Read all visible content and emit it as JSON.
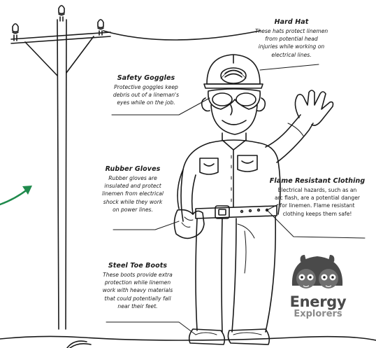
{
  "callouts": {
    "hard_hat": {
      "title": "Hard Hat",
      "lines": [
        "These hats protect linemen",
        "from potential head",
        "injuries while working on",
        "electrical lines."
      ]
    },
    "safety_goggles": {
      "title": "Safety Goggles",
      "lines": [
        "Protective goggles keep",
        "debris out of a lineman's",
        "eyes while on the job."
      ]
    },
    "rubber_gloves": {
      "title": "Rubber Gloves",
      "lines": [
        "Rubber gloves are",
        "insulated and protect",
        "linemen from electrical",
        "shock while they work",
        "on power lines."
      ]
    },
    "flame_resistant_clothing": {
      "title": "Flame Resistant Clothing",
      "lines": [
        "Electrical hazards, such as an",
        "arc flash, are a potential danger",
        "for linemen. Flame resistant",
        "clothing keeps them safe!"
      ]
    },
    "steel_toe_boots": {
      "title": "Steel Toe Boots",
      "lines": [
        "These boots provide extra",
        "protection while linemen",
        "work with heavy materials",
        "that could potentially fall",
        "near their feet."
      ]
    }
  },
  "logo": {
    "word1": "Energy",
    "word2": "Explorers"
  },
  "colors": {
    "ink": "#1a1a1a",
    "arrow": "#1f8a4c",
    "logo_gray": "#4a4a4a",
    "logo_light": "#8a8a8a"
  }
}
